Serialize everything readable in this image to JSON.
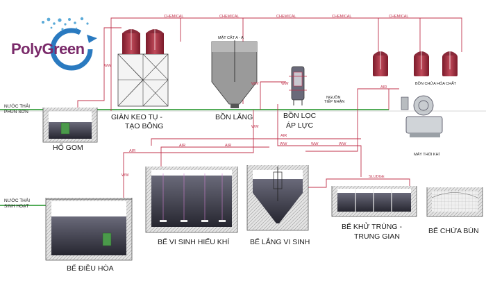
{
  "logo": {
    "text": "PolyGreen"
  },
  "flow_labels": {
    "chemical": "CHEMICAL",
    "ww": "WW",
    "air": "AIR",
    "sludge": "SLUDGE"
  },
  "inputs": {
    "paint_wastewater": [
      "NƯỚC THẢI",
      "PHUN SƠN"
    ],
    "domestic_wastewater": [
      "NƯỚC THẢI",
      "SINH HOẠT"
    ],
    "receiving_source": [
      "NGUỒN",
      "TIẾP NHẬN"
    ]
  },
  "units": {
    "sump": "HỐ GOM",
    "coagulation": [
      "GIÀN KEO TỤ -",
      "TẠO BÔNG"
    ],
    "settling": "BỒN LẮNG",
    "pressure_filter": [
      "BỒN LỌC",
      "ÁP LỰC"
    ],
    "chemical_tanks": "BỒN CHỨA HÓA CHẤT",
    "blower": "MÁY THỔI KHÍ",
    "equalization": "BỂ ĐIỀU HÒA",
    "aerobic": "BỂ VI SINH HIẾU KHÍ",
    "bio_settling": "BỂ LẮNG VI SINH",
    "disinfection": [
      "BỂ KHỬ TRÙNG -",
      "TRUNG GIAN"
    ],
    "sludge_tank": "BỂ CHỨA BÙN",
    "section_note": "MẶT CẮT A - A"
  },
  "colors": {
    "chemical_line": "#c0304a",
    "ww_line": "#c0304a",
    "air_line": "#c0304a",
    "water_line": "#3aa040",
    "tank_red": "#a83040",
    "concrete": "#d8d8d8",
    "water_dark": "#3a3a4a",
    "logo_purple": "#7a2a6a",
    "logo_blue": "#2a7ac0"
  }
}
